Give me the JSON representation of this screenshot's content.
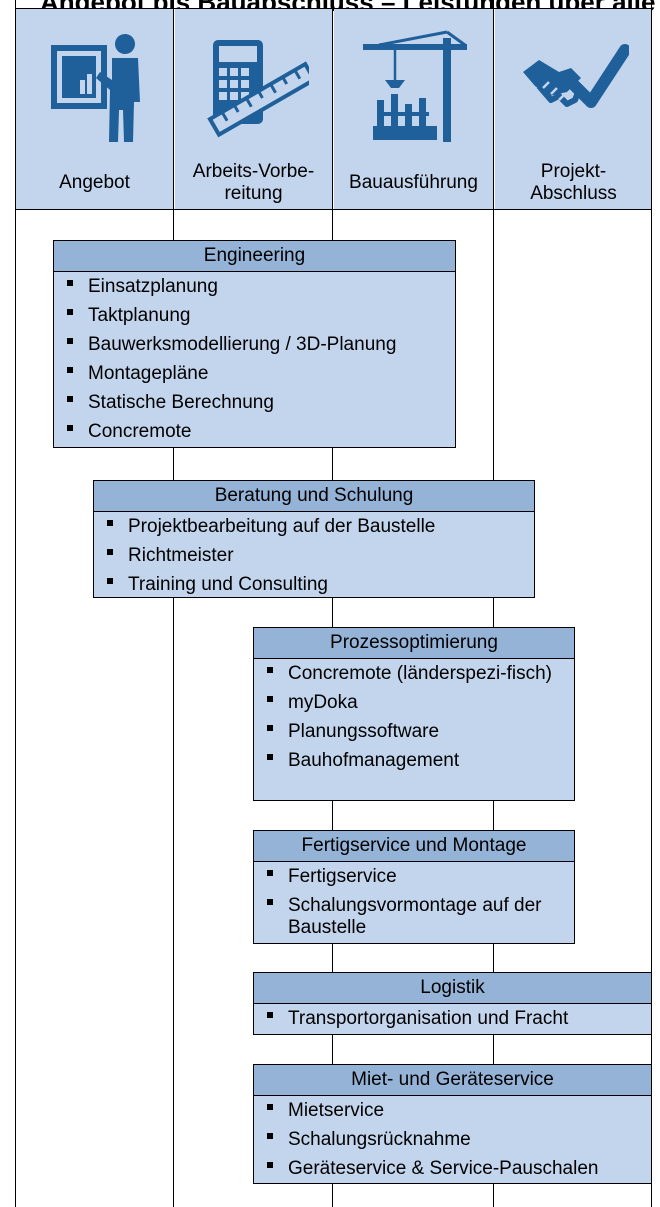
{
  "title": "Angebot bis Bauabschluss – Leistungen über alle Projektphasen",
  "colors": {
    "phase_bg": "#c3d5ed",
    "box_bg": "#c3d5ed",
    "box_header": "#95b3d7",
    "icon": "#1f5f9a"
  },
  "phases": [
    {
      "label": "Angebot",
      "icon": "presentation-icon"
    },
    {
      "label": "Arbeits-Vorbe-reitung",
      "icon": "calculator-ruler-icon"
    },
    {
      "label": "Bauausführung",
      "icon": "crane-icon"
    },
    {
      "label": "Projekt-Abschluss",
      "icon": "handshake-check-icon"
    }
  ],
  "services": [
    {
      "header": "Engineering",
      "items": [
        "Einsatzplanung",
        "Taktplanung",
        "Bauwerksmodellierung / 3D-Planung",
        "Montagepläne",
        "Statische Berechnung",
        "Concremote"
      ]
    },
    {
      "header": "Beratung und Schulung",
      "items": [
        "Projektbearbeitung auf der Baustelle",
        "Richtmeister",
        "Training und Consulting"
      ]
    },
    {
      "header": "Prozessoptimierung",
      "items": [
        "Concremote (länderspezi-fisch)",
        "myDoka",
        "Planungssoftware",
        "Bauhofmanagement"
      ]
    },
    {
      "header": "Fertigservice und Montage",
      "items": [
        "Fertigservice",
        "Schalungsvormontage auf der Baustelle"
      ]
    },
    {
      "header": "Logistik",
      "items": [
        "Transportorganisation und Fracht"
      ]
    },
    {
      "header": "Miet- und Geräteservice",
      "items": [
        "Mietservice",
        "Schalungsrücknahme",
        "Geräteservice & Service-Pauschalen"
      ]
    }
  ]
}
